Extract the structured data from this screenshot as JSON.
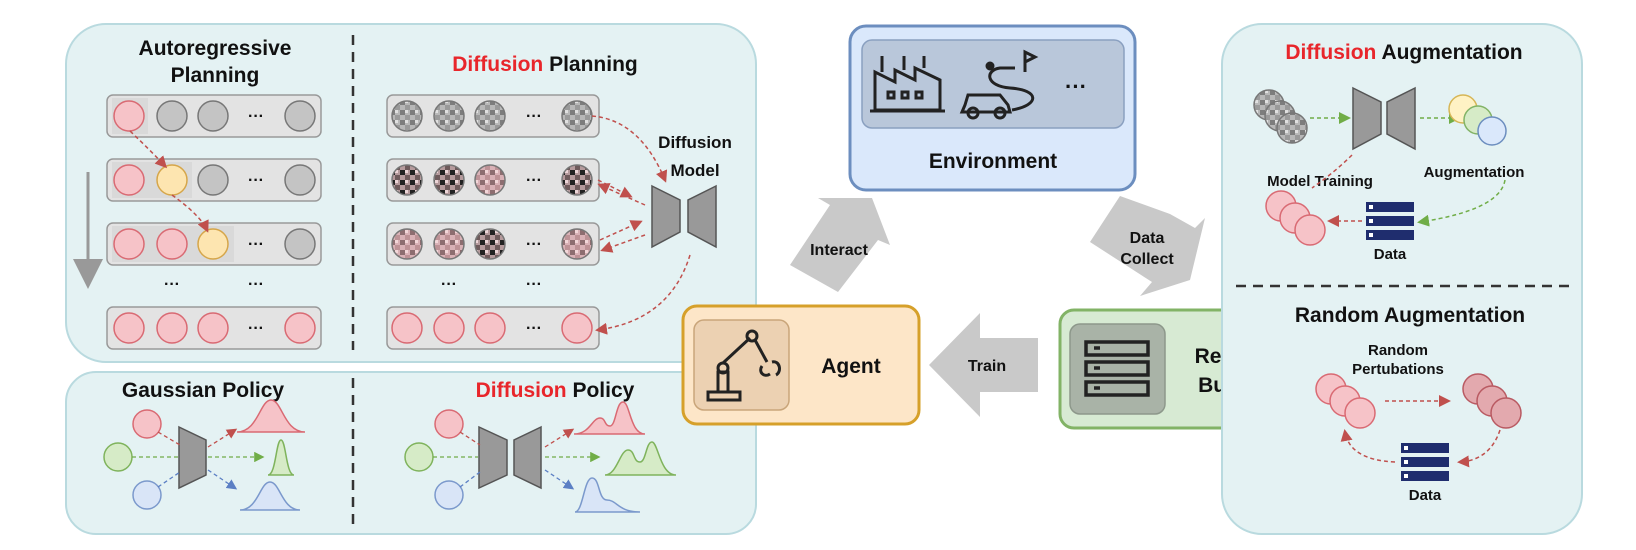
{
  "autoregressive": {
    "title_line1": "Autoregressive",
    "title_line2": "Planning",
    "ellipsis": "···"
  },
  "diffusion_planning": {
    "title_red": "Diffusion",
    "title_rest": "Planning",
    "model_line1": "Diffusion",
    "model_line2": "Model",
    "ellipsis": "···"
  },
  "gaussian_policy": {
    "title": "Gaussian Policy"
  },
  "diffusion_policy": {
    "title_red": "Diffusion",
    "title_rest": "Policy"
  },
  "environment": {
    "title": "Environment",
    "ellipsis": "···"
  },
  "agent": {
    "title": "Agent"
  },
  "replay_buffer": {
    "line1": "Replay",
    "line2": "Buffer"
  },
  "arrows": {
    "interact": "Interact",
    "data_collect_line1": "Data",
    "data_collect_line2": "Collect",
    "train": "Train"
  },
  "diffusion_augmentation": {
    "title_red": "Diffusion",
    "title_rest": "Augmentation",
    "model_training": "Model Training",
    "augmentation": "Augmentation",
    "data": "Data"
  },
  "random_augmentation": {
    "title": "Random Augmentation",
    "perturb_line1": "Random",
    "perturb_line2": "Pertubations",
    "data": "Data"
  },
  "colors": {
    "panel_bg": "#e4f2f3",
    "panel_border": "#b9dadf",
    "red_accent": "#e8262b",
    "pink_circle": "#f6c3c8",
    "gray_circle": "#c4c4c4",
    "yellow_circle": "#fde5b0",
    "green_circle": "#d6ebc7",
    "blue_circle": "#d9e5f7",
    "env_bg": "#dae8fb",
    "agent_bg": "#fde6c8",
    "buffer_bg": "#d7ead3",
    "navy_icon": "#1f2d6e"
  }
}
